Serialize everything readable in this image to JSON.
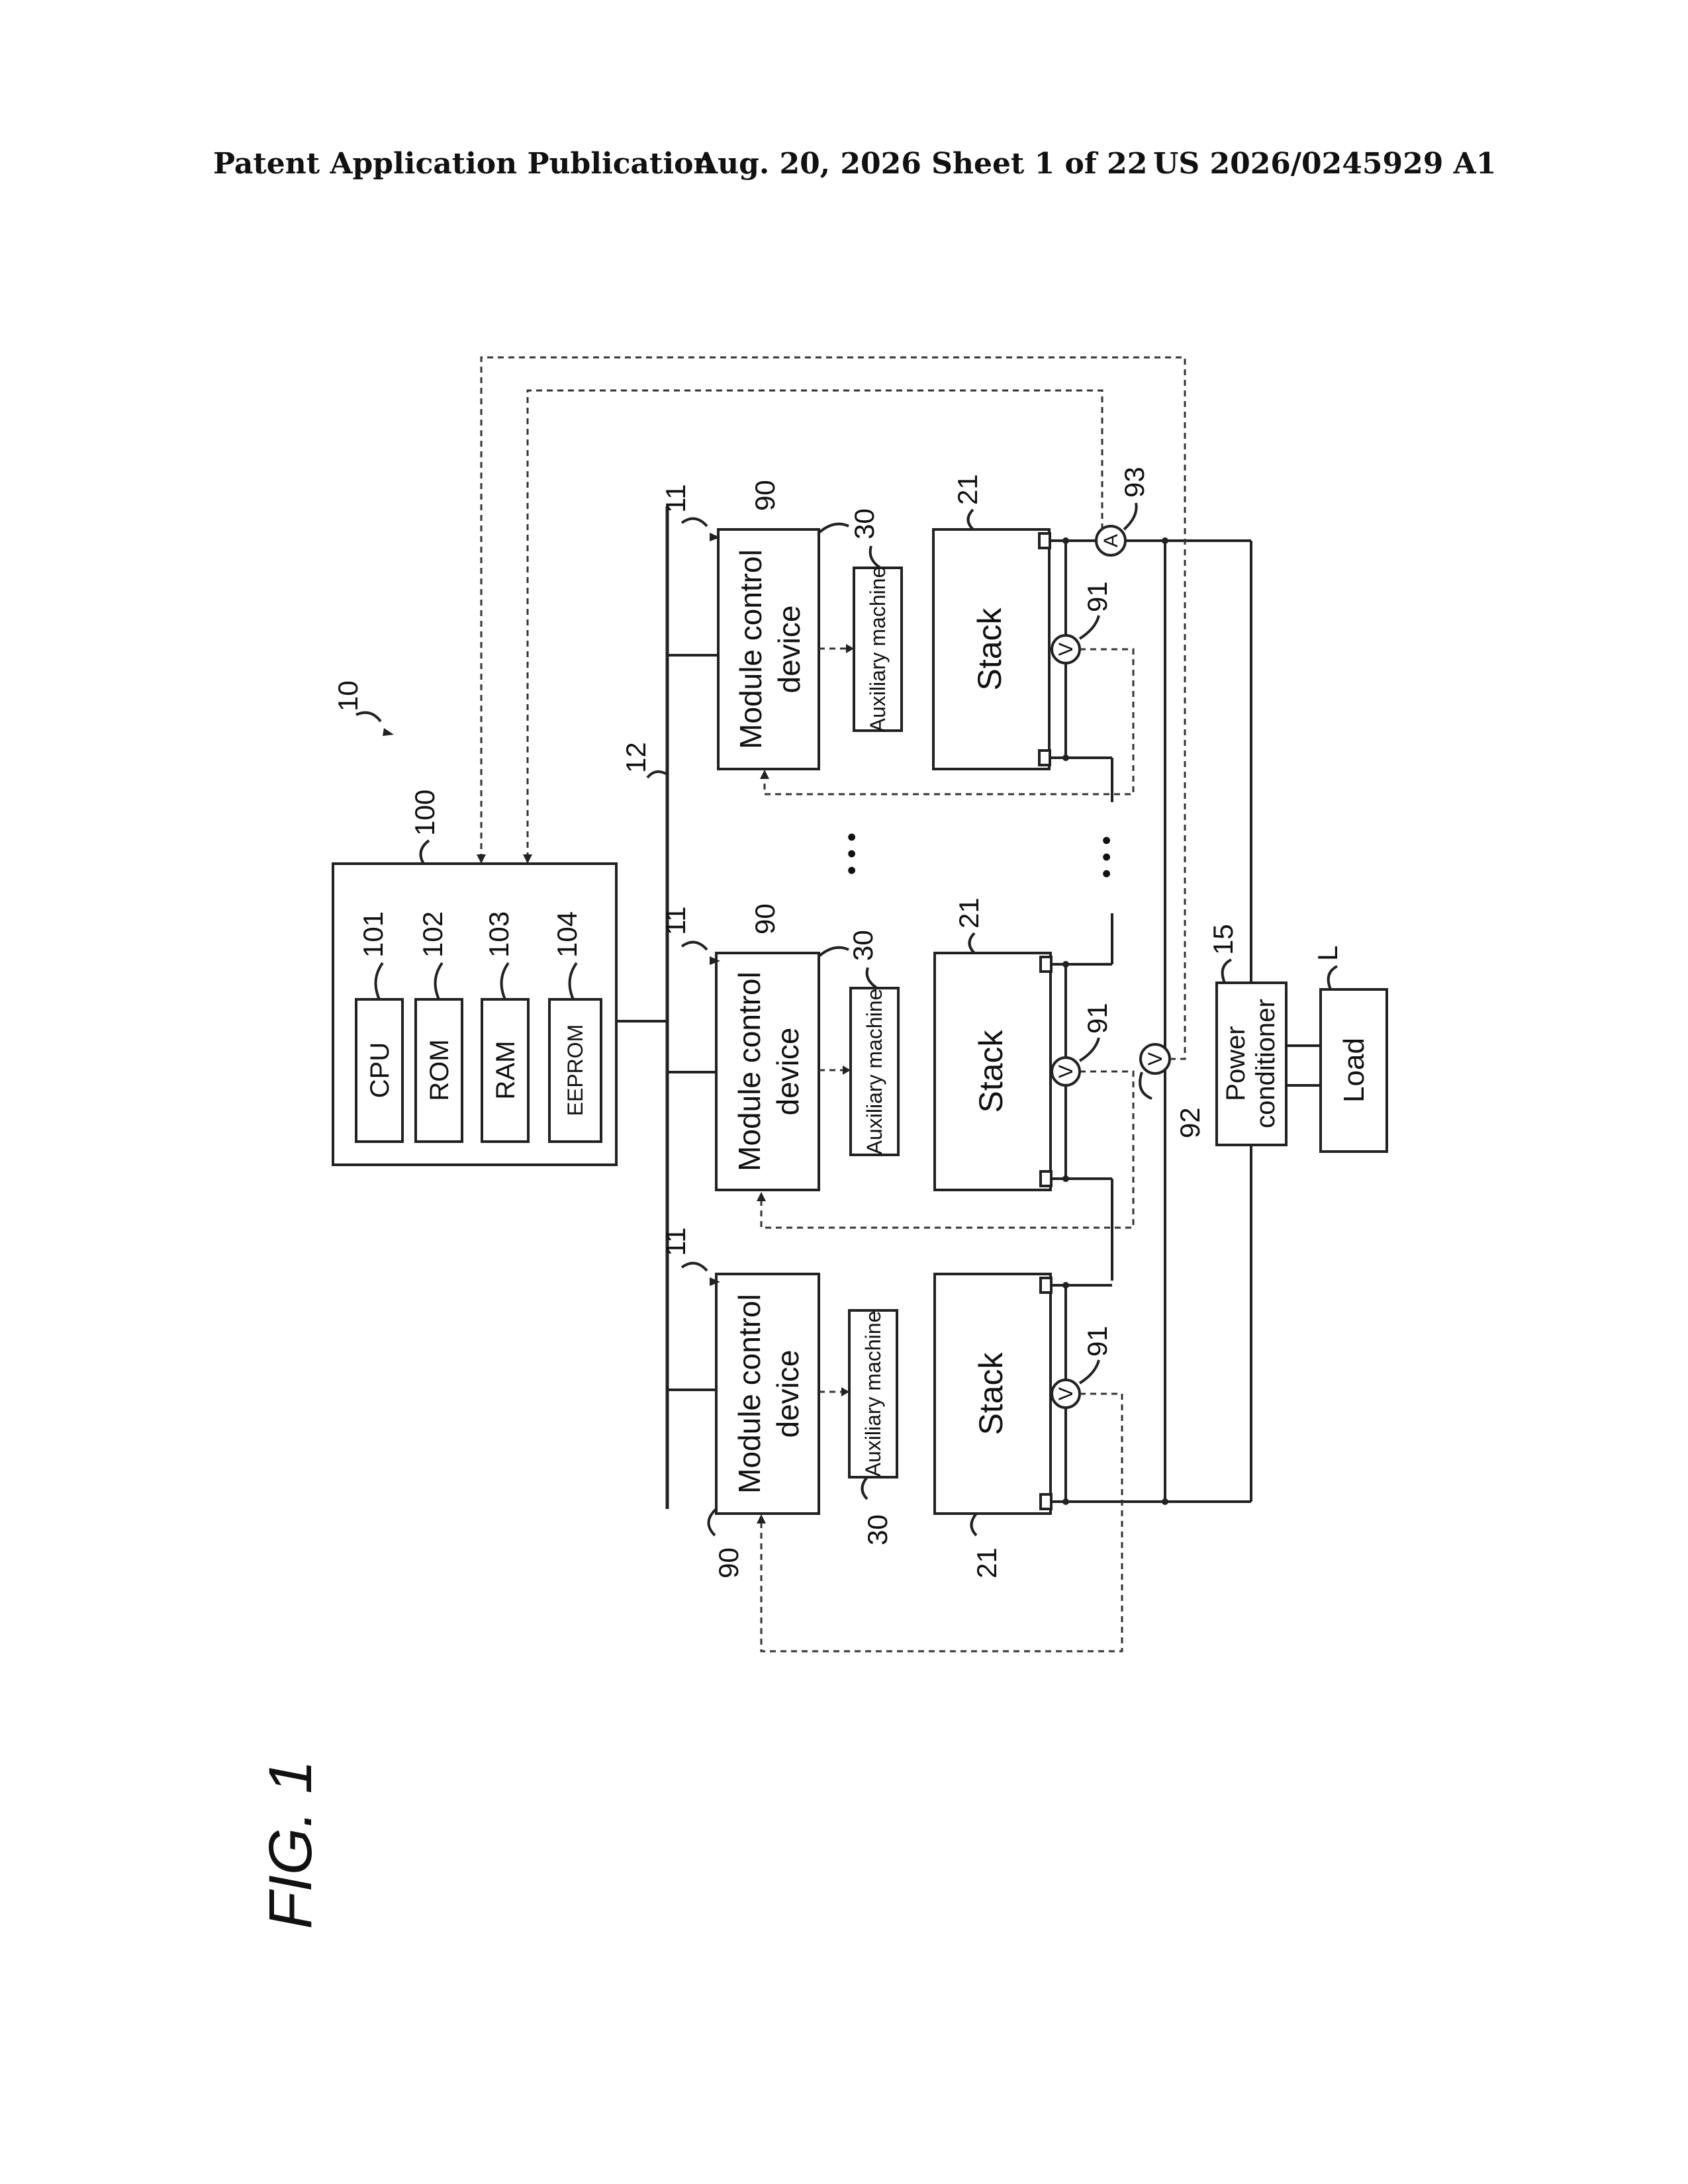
{
  "header": {
    "left": "Patent Application Publication",
    "middle": "Aug. 20, 2026  Sheet 1 of 22",
    "right": "US 2026/0245929 A1"
  },
  "figure": {
    "label": "FIG. 1"
  },
  "labels": {
    "module_control_device": "Module control device",
    "module_control_line1": "Module control",
    "module_control_line2": "device",
    "auxiliary_machine": "Auxiliary machine",
    "stack": "Stack",
    "cpu": "CPU",
    "rom": "ROM",
    "ram": "RAM",
    "eeprom": "EEPROM",
    "power_conditioner_line1": "Power",
    "power_conditioner_line2": "conditioner",
    "load": "Load",
    "voltmeter": "V",
    "ammeter": "A",
    "ellipsis": "• • •"
  },
  "refs": {
    "system": "10",
    "module": "11",
    "bus": "12",
    "power_conditioner": "15",
    "stack": "21",
    "auxiliary": "30",
    "module_control": "90",
    "cell_voltmeter": "91",
    "total_voltmeter": "92",
    "ammeter": "93",
    "controller": "100",
    "cpu": "101",
    "rom": "102",
    "ram": "103",
    "eeprom": "104",
    "load": "L"
  }
}
